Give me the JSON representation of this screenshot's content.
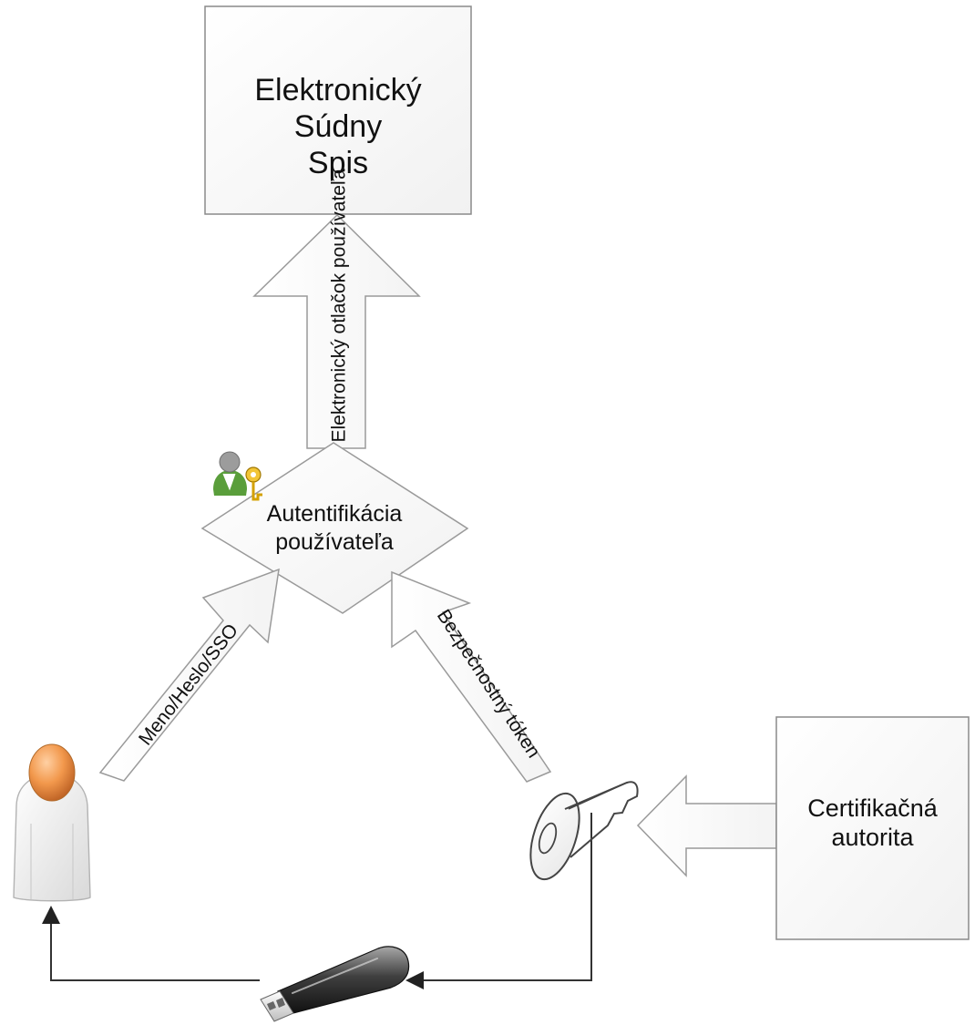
{
  "diagram": {
    "ess_box": {
      "label": "Elektronický\nSúdny\nSpis"
    },
    "fingerprint_arrow": {
      "label": "Elektronický otlačok\npoužívateľa"
    },
    "authentication_diamond": {
      "label": "Autentifikácia\npoužívateľa"
    },
    "credentials_arrow": {
      "label": "Meno/Heslo/SSO"
    },
    "token_arrow": {
      "label": "Bezpečnostný tóken"
    },
    "certificate_authority_box": {
      "label": "Certifikačná\nautorita"
    },
    "icons": {
      "user": "user-icon",
      "auth": "authenticated-user-key-icon",
      "key": "key-icon",
      "usb": "usb-drive-icon"
    }
  }
}
